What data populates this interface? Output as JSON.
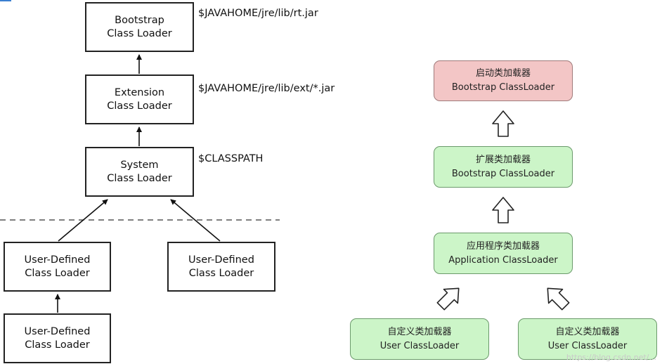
{
  "left": {
    "bootstrap": {
      "line1": "Bootstrap",
      "line2": "Class Loader",
      "path": "$JAVAHOME/jre/lib/rt.jar"
    },
    "extension": {
      "line1": "Extension",
      "line2": "Class Loader",
      "path": "$JAVAHOME/jre/lib/ext/*.jar"
    },
    "system": {
      "line1": "System",
      "line2": "Class Loader",
      "path": "$CLASSPATH"
    },
    "user_a": {
      "line1": "User-Defined",
      "line2": "Class Loader"
    },
    "user_b": {
      "line1": "User-Defined",
      "line2": "Class Loader"
    },
    "user_c": {
      "line1": "User-Defined",
      "line2": "Class Loader"
    }
  },
  "right": {
    "bootstrap": {
      "zh": "启动类加载器",
      "en": "Bootstrap ClassLoader"
    },
    "extension": {
      "zh": "扩展类加载器",
      "en": "Bootstrap ClassLoader"
    },
    "application": {
      "zh": "应用程序类加载器",
      "en": "Application ClassLoader"
    },
    "user_a": {
      "zh": "自定义类加载器",
      "en": "User ClassLoader"
    },
    "user_b": {
      "zh": "自定义类加载器",
      "en": "User ClassLoader"
    }
  },
  "colors": {
    "boot_fill": "#f3c6c6",
    "green_fill": "#ccf5c8"
  },
  "watermark": "https://blog.csdn.net/..."
}
